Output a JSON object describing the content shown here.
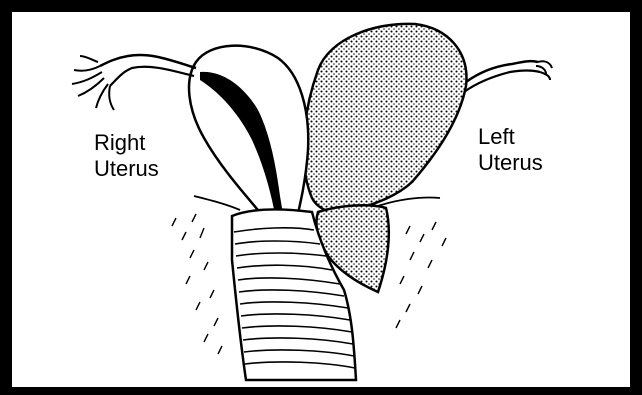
{
  "labels": {
    "right_uterus": {
      "line1": "Right",
      "line2": "Uterus"
    },
    "left_uterus": {
      "line1": "Left",
      "line2": "Uterus"
    }
  },
  "colors": {
    "ink": "#000000",
    "paper": "#ffffff",
    "stipple": "#000000"
  }
}
